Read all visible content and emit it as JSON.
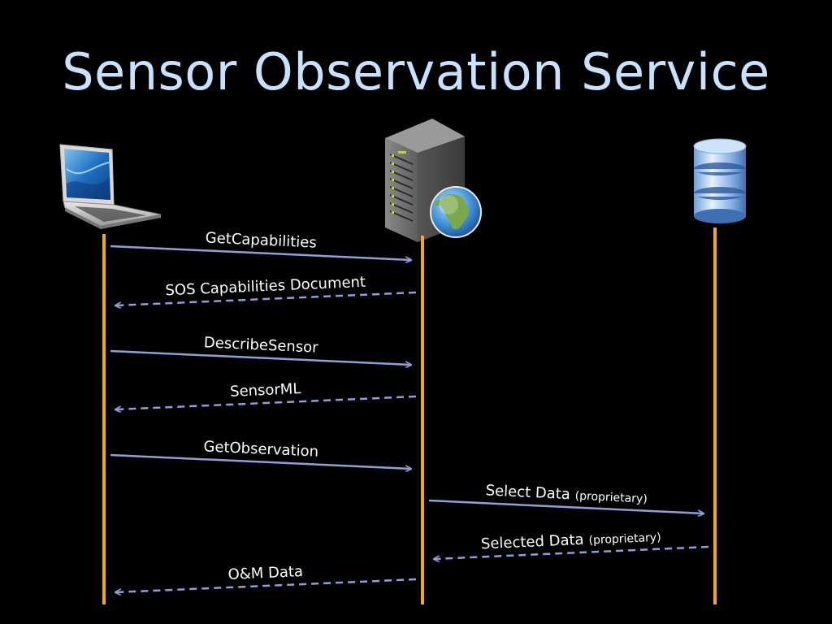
{
  "title": "Sensor Observation Service",
  "colors": {
    "background": "#000000",
    "title": "#c6e2ff",
    "lifeline": "#f4a71c",
    "arrow": "#8f9fdc",
    "label": "#ffffff"
  },
  "participants": [
    {
      "id": "client",
      "icon": "laptop-icon"
    },
    {
      "id": "server",
      "icon": "web-server-icon"
    },
    {
      "id": "database",
      "icon": "database-icon"
    }
  ],
  "messages": [
    {
      "label": "GetCapabilities",
      "qualifier": "",
      "from": "client",
      "to": "server",
      "style": "request"
    },
    {
      "label": "SOS Capabilities Document",
      "qualifier": "",
      "from": "server",
      "to": "client",
      "style": "response"
    },
    {
      "label": "DescribeSensor",
      "qualifier": "",
      "from": "client",
      "to": "server",
      "style": "request"
    },
    {
      "label": "SensorML",
      "qualifier": "",
      "from": "server",
      "to": "client",
      "style": "response"
    },
    {
      "label": "GetObservation",
      "qualifier": "",
      "from": "client",
      "to": "server",
      "style": "request"
    },
    {
      "label": "Select Data",
      "qualifier": "(proprietary)",
      "from": "server",
      "to": "database",
      "style": "request"
    },
    {
      "label": "Selected Data",
      "qualifier": "(proprietary)",
      "from": "database",
      "to": "server",
      "style": "response"
    },
    {
      "label": "O&M Data",
      "qualifier": "",
      "from": "server",
      "to": "client",
      "style": "response"
    }
  ]
}
